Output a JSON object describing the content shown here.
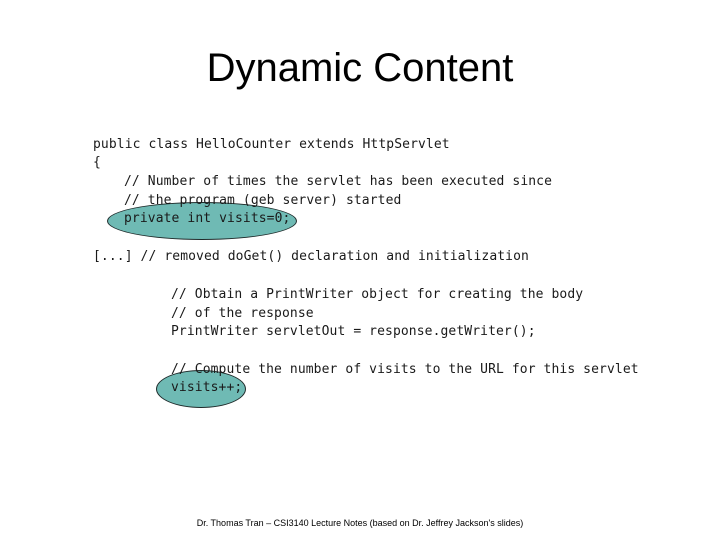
{
  "slide": {
    "title": "Dynamic Content",
    "footer": "Dr. Thomas Tran – CSI3140 Lecture Notes (based on Dr. Jeffrey Jackson's slides)"
  },
  "code": {
    "lines": [
      "public class HelloCounter extends HttpServlet",
      "{",
      "// Number of times the servlet has been executed since",
      "// the program (geb server) started",
      "private int visits=0;",
      "[...] // removed doGet() declaration and initialization",
      "// Obtain a PrintWriter object for creating the body",
      "// of the response",
      "PrintWriter servletOut = response.getWriter();",
      "// Compute the number of visits to the URL for this servlet",
      "visits++;"
    ]
  },
  "colors": {
    "highlight": "#6fbab4",
    "highlight_border": "#1e2a2a",
    "code_text": "#1a1a1a",
    "background": "#ffffff"
  }
}
